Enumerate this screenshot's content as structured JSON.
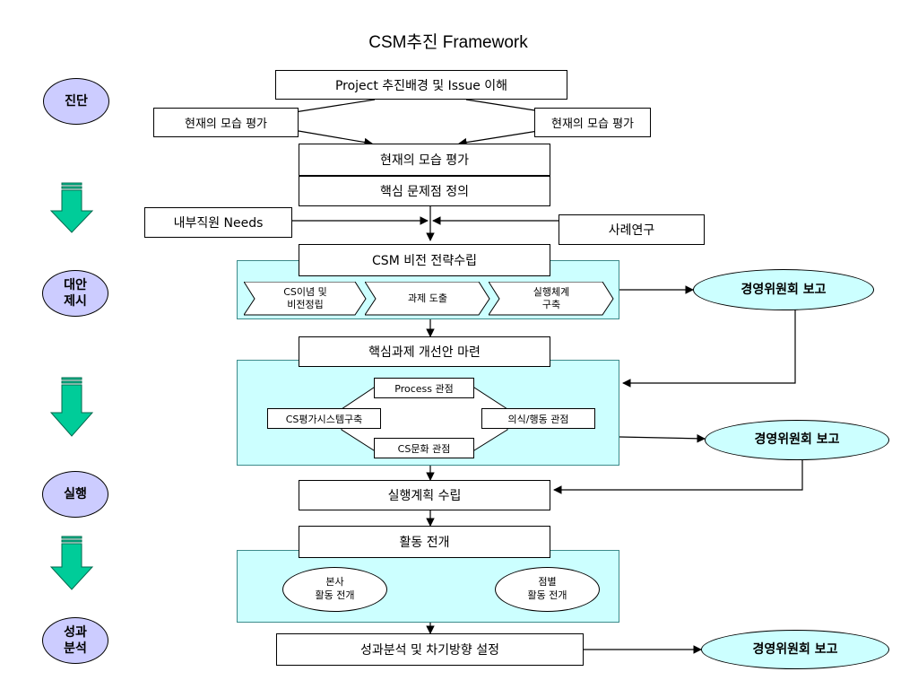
{
  "title": "CSM추진 Framework",
  "phases": [
    "진단",
    "대안\n제시",
    "실행",
    "성과\n분석"
  ],
  "boxes": {
    "project_bg": "Project 추진배경 및 Issue 이해",
    "left_eval": "현재의 모습 평가",
    "right_eval": "현재의 모습 평가",
    "current_eval": "현재의 모습 평가",
    "core_problem": "핵심 문제점 정의",
    "internal_needs": "내부직원 Needs",
    "case_study": "사례연구",
    "vision_strategy": "CSM 비전 전략수립",
    "core_improve": "핵심과제 개선안 마련",
    "exec_plan": "실행계획 수립",
    "activity": "활동 전개",
    "result_analysis": "성과분석 및 차기방향 설정"
  },
  "chevrons": [
    "CS이념 및\n비전정립",
    "과제 도출",
    "실행체계\n구축"
  ],
  "octagon": {
    "top": "Process 관점",
    "left": "CS평가시스템구축",
    "right": "의식/행동 관점",
    "bottom": "CS문화 관점"
  },
  "activity_nodes": [
    "본사\n활동 전개",
    "점별\n활동 전개"
  ],
  "reports": [
    "경영위원회 보고",
    "경영위원회 보고",
    "경영위원회 보고"
  ],
  "colors": {
    "panel": "#ccffff",
    "phase": "#ccccff",
    "arrow_green": "#00cc99"
  }
}
